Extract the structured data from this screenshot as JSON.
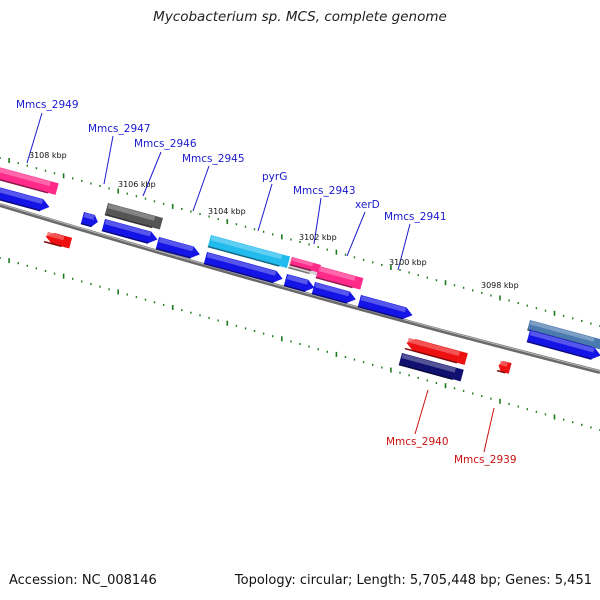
{
  "title": "Mycobacterium sp. MCS, complete genome",
  "footer": {
    "accession": "Accession: NC_008146",
    "topology": "Topology: circular; Length: 5,705,448 bp; Genes: 5,451"
  },
  "ticks": [
    "3108 kbp",
    "3106 kbp",
    "3104 kbp",
    "3102 kbp",
    "3100 kbp",
    "3098 kbp"
  ],
  "genes_forward": [
    "Mmcs_2949",
    "Mmcs_2947",
    "Mmcs_2946",
    "Mmcs_2945",
    "pyrG",
    "Mmcs_2943",
    "xerD",
    "Mmcs_2941"
  ],
  "genes_reverse": [
    "Mmcs_2940",
    "Mmcs_2939"
  ],
  "colors": {
    "forward_label": "#1a1acc",
    "reverse_label": "#cc1111",
    "cds": "#1414e6",
    "rna": "#ff2a8a",
    "pseudo": "#555555",
    "cyan": "#22bbee",
    "reverse_cds": "#ee1111",
    "navy": "#101070",
    "steel": "#4a7ab0",
    "backbone": "#888888",
    "tick_mark": "#1a7a1a"
  }
}
